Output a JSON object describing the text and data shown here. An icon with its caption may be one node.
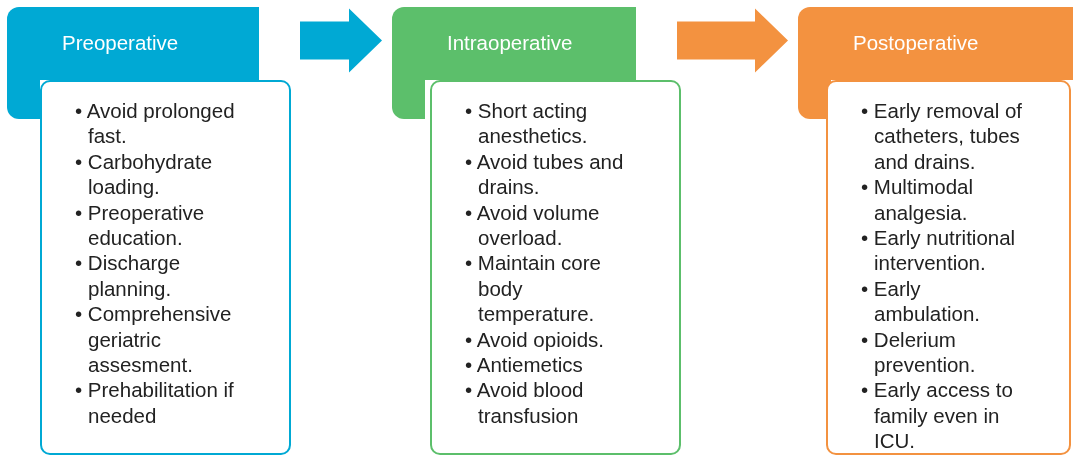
{
  "diagram": {
    "nodes": [
      {
        "text": [
          "Preoperative"
        ]
      },
      {
        "text": [
          "• Avoid prolonged fast.",
          "• Carbohydrate loading.",
          "• Preoperative education.",
          "• Discharge planning.",
          "• Comprehensive geriatric assesment.",
          "• Prehabilitation if needed"
        ]
      },
      {
        "text": [
          "Intraoperative"
        ]
      },
      {
        "text": [
          "• Short acting anesthetics.",
          "• Avoid tubes and drains.",
          "• Avoid volume overload.",
          "• Maintain core body temperature.",
          "• Avoid opioids.",
          "• Antiemetics",
          "• Avoid blood transfusion"
        ]
      },
      {
        "text": [
          "Postoperative"
        ]
      },
      {
        "text": [
          "• Early removal of catheters, tubes and drains.",
          "• Multimodal analgesia.",
          "• Early nutritional intervention.",
          "• Early ambulation.",
          "• Delerium prevention.",
          "• Early access to family even in ICU."
        ]
      }
    ],
    "edges": [
      {
        "from": 0,
        "to": 2,
        "arrow": "to",
        "style": "thick",
        "color": "#00a9d4"
      },
      {
        "from": 2,
        "to": 4,
        "arrow": "to",
        "style": "thick",
        "color": "#f39240"
      }
    ]
  }
}
